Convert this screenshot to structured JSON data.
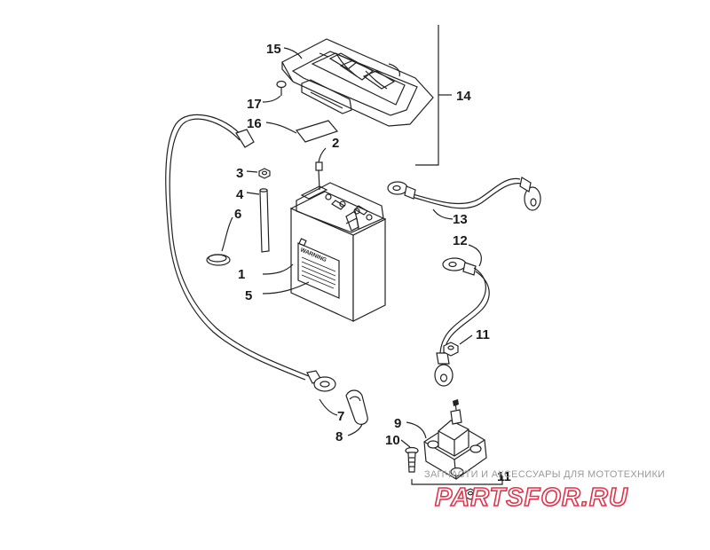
{
  "diagram": {
    "callouts": [
      "1",
      "2",
      "3",
      "4",
      "5",
      "6",
      "7",
      "8",
      "9",
      "10",
      "11",
      "12",
      "13",
      "14",
      "15",
      "16",
      "17"
    ],
    "second_callout_11": "11",
    "battery_label_text": "WARNING"
  },
  "watermark": {
    "caption": "ЗАПЧАСТИ И АКСЕССУАРЫ ДЛЯ МОТОТЕХНИКИ",
    "logo": "PARTSFOR.RU"
  },
  "colors": {
    "line": "#222222",
    "watermark_red": "#e4324a",
    "watermark_gray": "#9a9a9a"
  }
}
